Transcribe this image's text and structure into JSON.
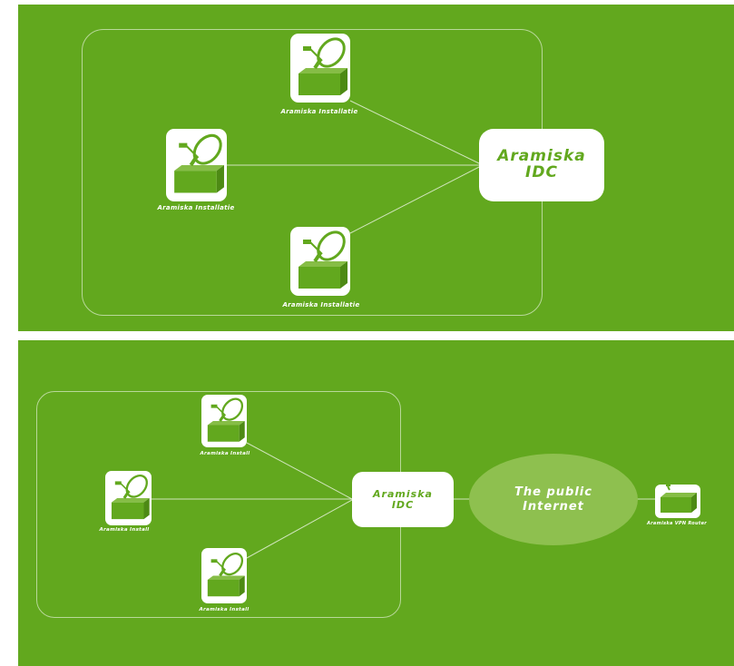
{
  "diagram_top": {
    "installs": [
      {
        "label": "Aramiska Installatie"
      },
      {
        "label": "Aramiska Installatie"
      },
      {
        "label": "Aramiska Installatie"
      }
    ],
    "hub": {
      "line1": "Aramiska",
      "line2": "IDC"
    }
  },
  "diagram_bottom": {
    "installs": [
      {
        "label": "Aramiska Install"
      },
      {
        "label": "Aramiska Install"
      },
      {
        "label": "Aramiska Install"
      }
    ],
    "hub": {
      "line1": "Aramiska",
      "line2": "IDC"
    },
    "cloud": {
      "line1": "The public",
      "line2": "Internet"
    },
    "router": {
      "label": "Aramiska VPN Router"
    }
  },
  "colors": {
    "background_green": "#62a81e",
    "cloud_green": "#8ec04f",
    "tile_white": "#ffffff"
  },
  "icons": [
    "satellite-dish-icon",
    "router-icon"
  ]
}
